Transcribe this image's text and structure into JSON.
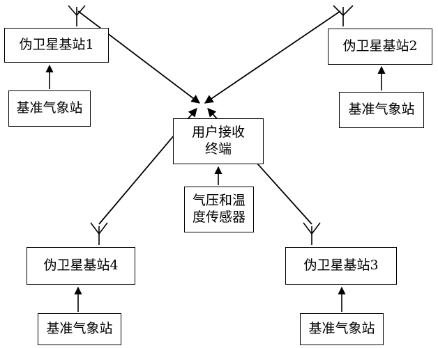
{
  "stations": {
    "s1": "伪卫星基站1",
    "s2": "伪卫星基站2",
    "s3": "伪卫星基站3",
    "s4": "伪卫星基站4"
  },
  "weather": {
    "w1": "基准气象站",
    "w2": "基准气象站",
    "w3": "基准气象站",
    "w4": "基准气象站"
  },
  "receiver": {
    "line1": "用户接收",
    "line2": "终端"
  },
  "sensor": {
    "line1": "气压和温",
    "line2": "度传感器"
  }
}
